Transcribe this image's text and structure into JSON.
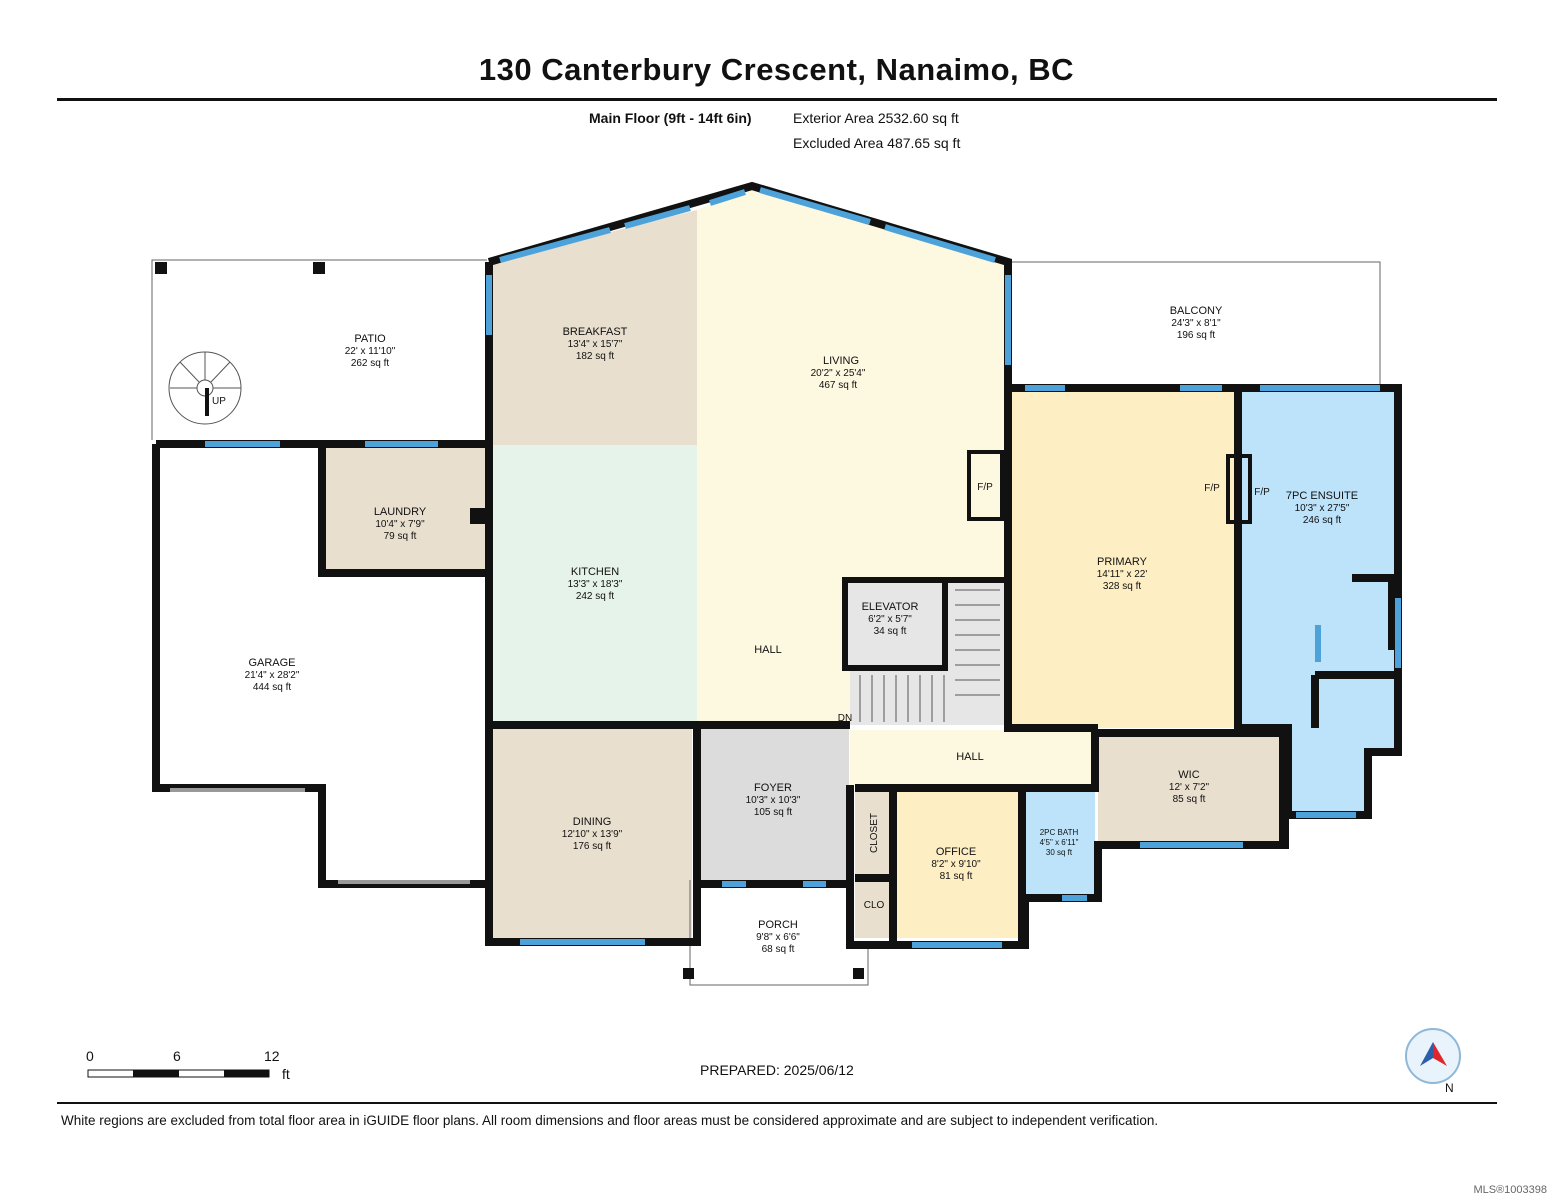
{
  "title": "130 Canterbury Crescent, Nanaimo, BC",
  "floor_label": "Main Floor (9ft - 14ft 6in)",
  "exterior_area": "Exterior Area 2532.60 sq ft",
  "excluded_area": "Excluded Area 487.65 sq ft",
  "rooms": {
    "patio": {
      "name": "PATIO",
      "dims": "22' x 11'10\"",
      "area": "262 sq ft"
    },
    "breakfast": {
      "name": "BREAKFAST",
      "dims": "13'4\" x 15'7\"",
      "area": "182 sq ft"
    },
    "living": {
      "name": "LIVING",
      "dims": "20'2\" x 25'4\"",
      "area": "467 sq ft"
    },
    "balcony": {
      "name": "BALCONY",
      "dims": "24'3\" x 8'1\"",
      "area": "196 sq ft"
    },
    "laundry": {
      "name": "LAUNDRY",
      "dims": "10'4\" x 7'9\"",
      "area": "79 sq ft"
    },
    "kitchen": {
      "name": "KITCHEN",
      "dims": "13'3\" x 18'3\"",
      "area": "242 sq ft"
    },
    "garage": {
      "name": "GARAGE",
      "dims": "21'4\" x 28'2\"",
      "area": "444 sq ft"
    },
    "elevator": {
      "name": "ELEVATOR",
      "dims": "6'2\" x 5'7\"",
      "area": "34 sq ft"
    },
    "primary": {
      "name": "PRIMARY",
      "dims": "14'11\" x 22'",
      "area": "328 sq ft"
    },
    "ensuite": {
      "name": "7PC ENSUITE",
      "dims": "10'3\" x 27'5\"",
      "area": "246 sq ft"
    },
    "dining": {
      "name": "DINING",
      "dims": "12'10\" x 13'9\"",
      "area": "176 sq ft"
    },
    "foyer": {
      "name": "FOYER",
      "dims": "10'3\" x 10'3\"",
      "area": "105 sq ft"
    },
    "office": {
      "name": "OFFICE",
      "dims": "8'2\" x 9'10\"",
      "area": "81 sq ft"
    },
    "bath2": {
      "name": "2PC BATH",
      "dims": "4'5\" x 6'11\"",
      "area": "30 sq ft"
    },
    "wic": {
      "name": "WIC",
      "dims": "12' x 7'2\"",
      "area": "85 sq ft"
    },
    "porch": {
      "name": "PORCH",
      "dims": "9'8\" x 6'6\"",
      "area": "68 sq ft"
    }
  },
  "labels": {
    "hall": "HALL",
    "hall2": "HALL",
    "dn": "DN",
    "up": "UP",
    "closet": "CLOSET",
    "clo": "CLO",
    "fp_living": "F/P",
    "fp_primary": "F/P",
    "fp_ensuite": "F/P"
  },
  "scale": {
    "ticks": [
      "0",
      "6",
      "12"
    ],
    "unit": "ft"
  },
  "compass": {
    "letter": "N"
  },
  "prepared": "PREPARED: 2025/06/12",
  "disclaimer": "White regions are excluded from total floor area in iGUIDE floor plans. All room dimensions and floor areas must be considered approximate and are subject to independent verification.",
  "mls": "MLS®1003398",
  "colors": {
    "wall": "#111111",
    "window": "#4da3d9",
    "breakfast": "#e9dfcf",
    "living": "#fdf8e0",
    "kitchen": "#e5f3ea",
    "laundry": "#e9dfcf",
    "dining": "#e9dfcf",
    "foyer": "#dcdcdc",
    "primary": "#fdeec4",
    "ensuite": "#bde3fb",
    "office": "#fdeec4",
    "bath": "#bde3fb",
    "wic": "#e9dfcf",
    "hall": "#fdf8e0",
    "stairs": "#e6e6e6"
  }
}
